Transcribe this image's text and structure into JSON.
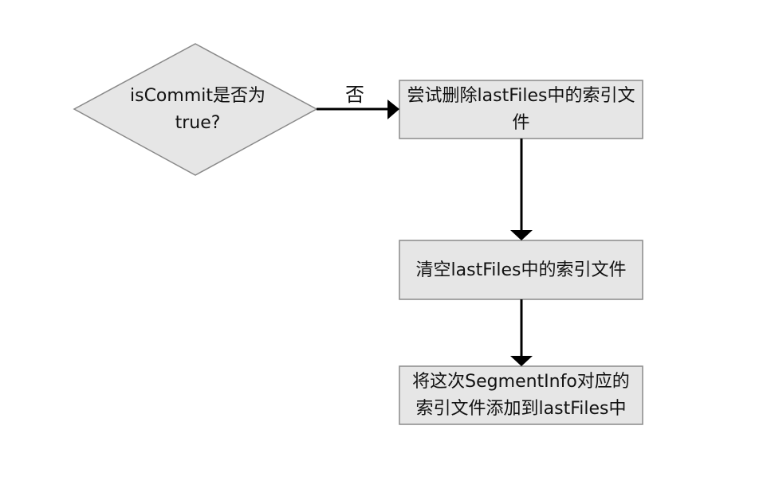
{
  "diagram": {
    "decision": {
      "text": "isCommit是否为true?"
    },
    "edge_label_no": "否",
    "step1": {
      "text": "尝试删除lastFiles中的索引文件"
    },
    "step2": {
      "text": "清空lastFiles中的索引文件"
    },
    "step3": {
      "text": "将这次SegmentInfo对应的索引文件添加到lastFiles中"
    },
    "colors": {
      "node_fill": "#e6e6e6",
      "node_stroke": "#8a8a8a",
      "edge": "#000000",
      "background": "#ffffff"
    }
  }
}
